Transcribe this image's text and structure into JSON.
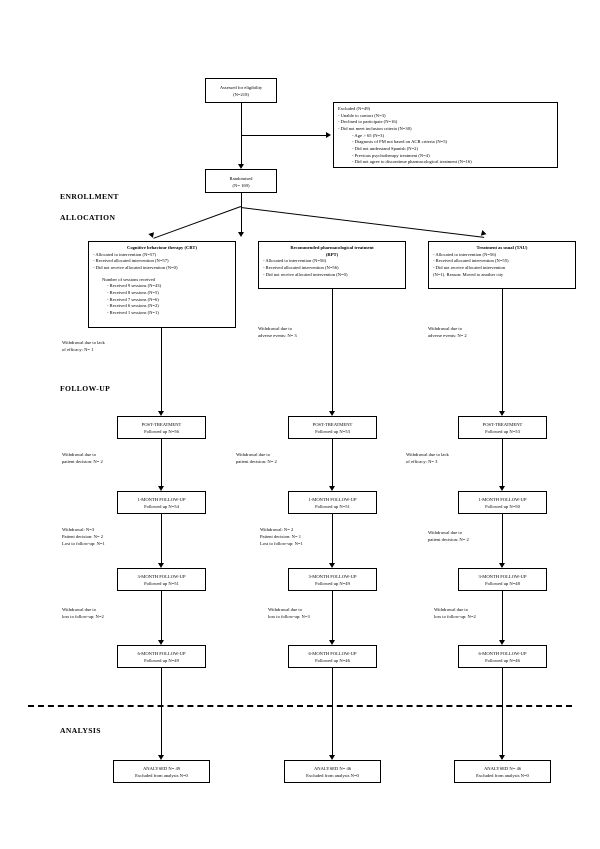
{
  "diagram": {
    "title": "CONSORT participant flow diagram",
    "stages": [
      {
        "key": "enrollment",
        "label": "ENROLLMENT"
      },
      {
        "key": "allocation",
        "label": "ALLOCATION"
      },
      {
        "key": "followup",
        "label": "FOLLOW-UP"
      },
      {
        "key": "analysis",
        "label": "ANALYSIS"
      }
    ],
    "enrollment": {
      "assessed": {
        "line1": "Assessed for eligibility",
        "line2": "(N=218)"
      },
      "excluded": {
        "heading": "Excluded (N=49)",
        "items": [
          "- Unable to contact (N=3)",
          "- Declined to participate (N=16)",
          "- Did not meet inclusion criteria (N=30)"
        ],
        "subitems": [
          "- Age > 65 (N=3)",
          "- Diagnosis of FM not based on ACR criteria (N=5)",
          "- Did not understand Spanish (N=2)",
          "- Previous psychotherapy treatment (N=4)",
          "- Did not agree to discontinue pharmacological treatment (N=16)"
        ]
      },
      "randomised": {
        "line1": "Randomised",
        "line2": "(N= 169)"
      }
    },
    "arms": [
      {
        "key": "cbt",
        "title": "Cognitive behaviour therapy (CBT)",
        "title_lines": [
          "Cognitive behaviour therapy (CBT)"
        ],
        "allocation": [
          "- Allocated to intervention (N=57)",
          "- Received allocated intervention (N=57)",
          "- Did not receive allocated intervention (N=0)"
        ],
        "sessions_heading": "Number of sessions received",
        "sessions": [
          "- Received 9 sessions (N=43)",
          "- Received 8 sessions (N=5)",
          "- Received 7 sessions (N=6)",
          "- Received 6 sessions (N=2)",
          "- Received 1 sessions (N=1)"
        ],
        "withdrawal_allocation": [
          "Withdrawal due to lack",
          "of efficacy: N= 1"
        ],
        "post_treatment": {
          "line1": "POST-TREATMENT",
          "line2": "Followed up N=56"
        },
        "withdrawal_post": [
          "Withdrawal due to",
          "patient decision: N= 2"
        ],
        "month1": {
          "line1": "1-MONTH FOLLOW-UP",
          "line2": "Followed up N=54"
        },
        "withdrawal_m1": [
          "Withdrawal: N=3",
          "Patient decision: N= 2",
          "Lost to follow-up: N=1"
        ],
        "month3": {
          "line1": "3-MONTH FOLLOW-UP",
          "line2": "Followed up N=51"
        },
        "withdrawal_m3": [
          "Withdrawal due to",
          "loss to follow-up: N=2"
        ],
        "month6": {
          "line1": "6-MONTH FOLLOW-UP",
          "line2": "Followed up N=49"
        },
        "analysis": {
          "line1": "ANALYSED N= 49",
          "line2": "Excluded from analysis N=0"
        }
      },
      {
        "key": "rpt",
        "title": "Recommended pharmacological treatment (RPT)",
        "title_lines": [
          "Recommended pharmacological treatment",
          "(RPT)"
        ],
        "allocation": [
          "- Allocated to intervention (N=56)",
          "- Received allocated intervention (N=56)",
          "- Did not receive allocated intervention (N=0)"
        ],
        "sessions_heading": "",
        "sessions": [],
        "withdrawal_allocation": [
          "Withdrawal due to",
          "adverse events: N= 3"
        ],
        "post_treatment": {
          "line1": "POST-TREATMENT",
          "line2": "Followed up N=53"
        },
        "withdrawal_post": [
          "Withdrawal due to",
          "patient decision: N= 2"
        ],
        "month1": {
          "line1": "1-MONTH FOLLOW-UP",
          "line2": "Followed up N=51"
        },
        "withdrawal_m1": [
          "Withdrawal: N= 2",
          "Patient decision: N= 1",
          "Lost to follow-up: N=1"
        ],
        "month3": {
          "line1": "3-MONTH FOLLOW-UP",
          "line2": "Followed up N=49"
        },
        "withdrawal_m3": [
          "Withdrawal due to",
          "loss to follow-up: N=3"
        ],
        "month6": {
          "line1": "6-MONTH FOLLOW-UP",
          "line2": "Followed up N=46"
        },
        "analysis": {
          "line1": "ANALYSED N= 46",
          "line2": "Excluded from analysis N=0"
        }
      },
      {
        "key": "tau",
        "title": "Treatment as usual (TAU)",
        "title_lines": [
          "Treatment as usual (TAU)"
        ],
        "allocation": [
          "- Allocated to intervention (N=56)",
          "-  Received allocated intervention (N=55)",
          "- Did not receive allocated intervention",
          "(N=1). Reason: Moved to another city"
        ],
        "sessions_heading": "",
        "sessions": [],
        "withdrawal_allocation": [
          "Withdrawal due to",
          "adverse events: N= 2"
        ],
        "post_treatment": {
          "line1": "POST-TREATMENT",
          "line2": "Followed up N=53"
        },
        "withdrawal_post": [
          "Withdrawal due to lack",
          "of efficacy: N= 3"
        ],
        "month1": {
          "line1": "1-MONTH FOLLOW-UP",
          "line2": "Followed up N=50"
        },
        "withdrawal_m1": [
          "Withdrawal due to",
          "patient decision: N= 2"
        ],
        "month3": {
          "line1": "3-MONTH FOLLOW-UP",
          "line2": "Followed up N=48"
        },
        "withdrawal_m3": [
          "Withdrawal due to",
          "loss to follow-up: N=2"
        ],
        "month6": {
          "line1": "6-MONTH FOLLOW-UP",
          "line2": "Followed up N=46"
        },
        "analysis": {
          "line1": "ANALYSED N= 46",
          "line2": "Excluded from analysis N=0"
        }
      }
    ]
  }
}
